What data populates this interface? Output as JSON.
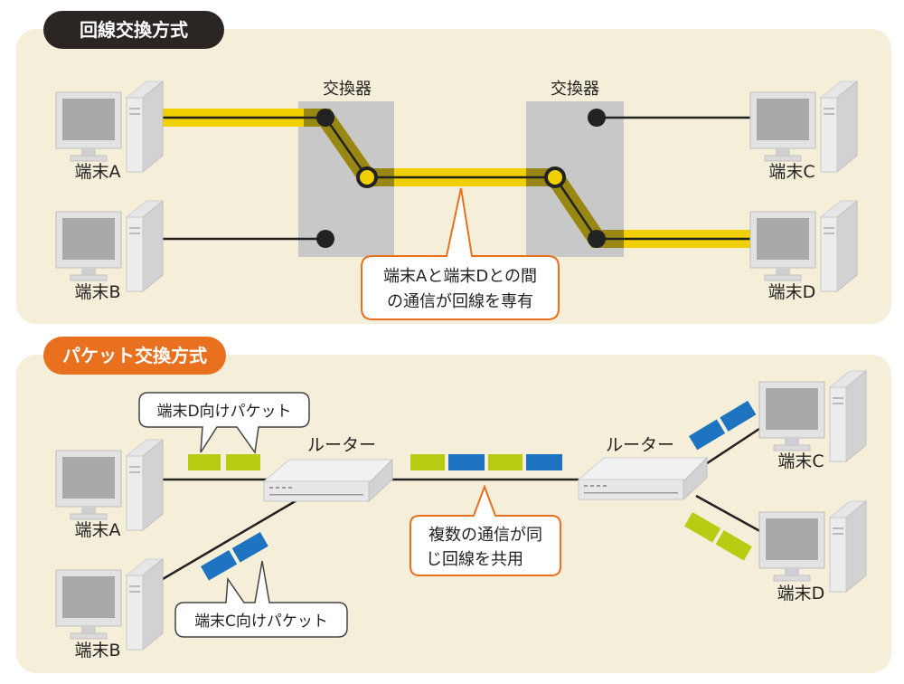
{
  "colors": {
    "panel": "#f5efd9",
    "dark_title": "#2b2523",
    "orange": "#e8701e",
    "yellow": "#f0d000",
    "yellow_dark": "#6b5a10",
    "switch_gray": "#c8c8c8",
    "blue_packet": "#1f74c2",
    "green_packet": "#b8cc14",
    "line": "#222222"
  },
  "sections": {
    "circuit": {
      "title": "回線交換方式",
      "switch_left": "交換器",
      "switch_right": "交換器",
      "terminal_a": "端末A",
      "terminal_b": "端末B",
      "terminal_c": "端末C",
      "terminal_d": "端末D",
      "callout_line1": "端末Aと端末Dとの間",
      "callout_line2": "の通信が回線を専有"
    },
    "packet": {
      "title": "パケット交換方式",
      "router_left": "ルーター",
      "router_right": "ルーター",
      "terminal_a": "端末A",
      "terminal_b": "端末B",
      "terminal_c": "端末C",
      "terminal_d": "端末D",
      "callout_d_packets": "端末D向けパケット",
      "callout_c_packets": "端末C向けパケット",
      "callout_shared_line1": "複数の通信が同",
      "callout_shared_line2": "じ回線を共用"
    }
  }
}
